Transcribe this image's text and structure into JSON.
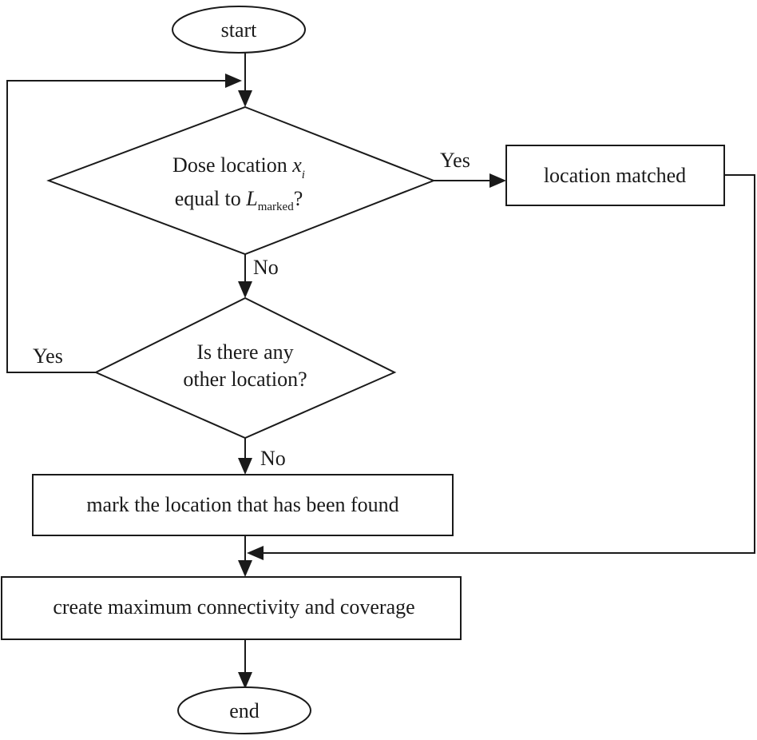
{
  "diagram": {
    "start": "start",
    "end": "end",
    "decision1": {
      "line1_prefix": "Dose location ",
      "line1_var": "x",
      "line1_sub": "i",
      "line2_prefix": "equal to ",
      "line2_var": "L",
      "line2_sub": "marked",
      "line2_suffix": "?"
    },
    "decision2": {
      "line1": "Is there any",
      "line2": "other location?"
    },
    "process_matched": "location matched",
    "process_mark": "mark the location that has been found",
    "process_create": "create maximum connectivity and coverage",
    "labels": {
      "d1_yes": "Yes",
      "d1_no": "No",
      "d2_yes": "Yes",
      "d2_no": "No"
    }
  }
}
